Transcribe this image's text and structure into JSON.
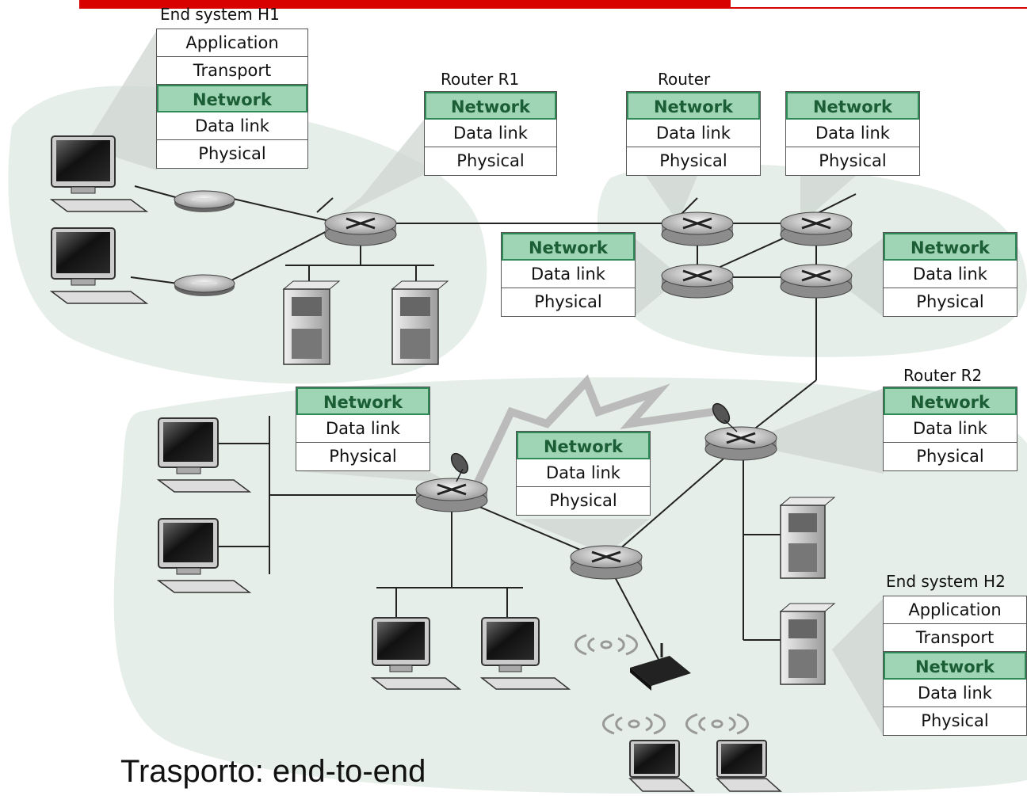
{
  "labels": {
    "h1": "End system H1",
    "r1": "Router R1",
    "router": "Router",
    "r2": "Router R2",
    "h2": "End system H2"
  },
  "layers": {
    "application": "Application",
    "transport": "Transport",
    "network": "Network",
    "datalink": "Data link",
    "physical": "Physical"
  },
  "caption": "Trasporto: end-to-end",
  "colors": {
    "accent_red": "#d90000",
    "network_layer": "#9fd4b4",
    "cloud": "#e6eee9"
  }
}
